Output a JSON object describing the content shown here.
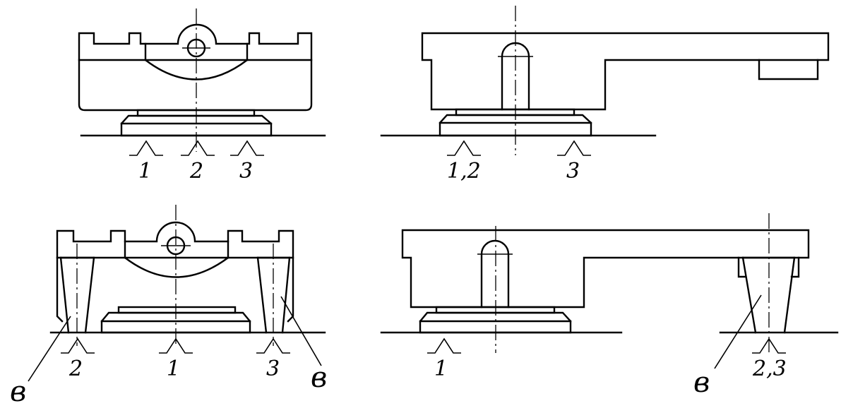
{
  "views": [
    {
      "id": "top-left",
      "labels": [
        "1",
        "2",
        "3"
      ]
    },
    {
      "id": "top-right",
      "labels": [
        "1,2",
        "3"
      ]
    },
    {
      "id": "bottom-left",
      "labels": [
        "2",
        "1",
        "3"
      ],
      "support_marks": [
        "в",
        "в"
      ]
    },
    {
      "id": "bottom-right",
      "labels": [
        "1",
        "2,3"
      ],
      "support_marks": [
        "в"
      ]
    }
  ]
}
